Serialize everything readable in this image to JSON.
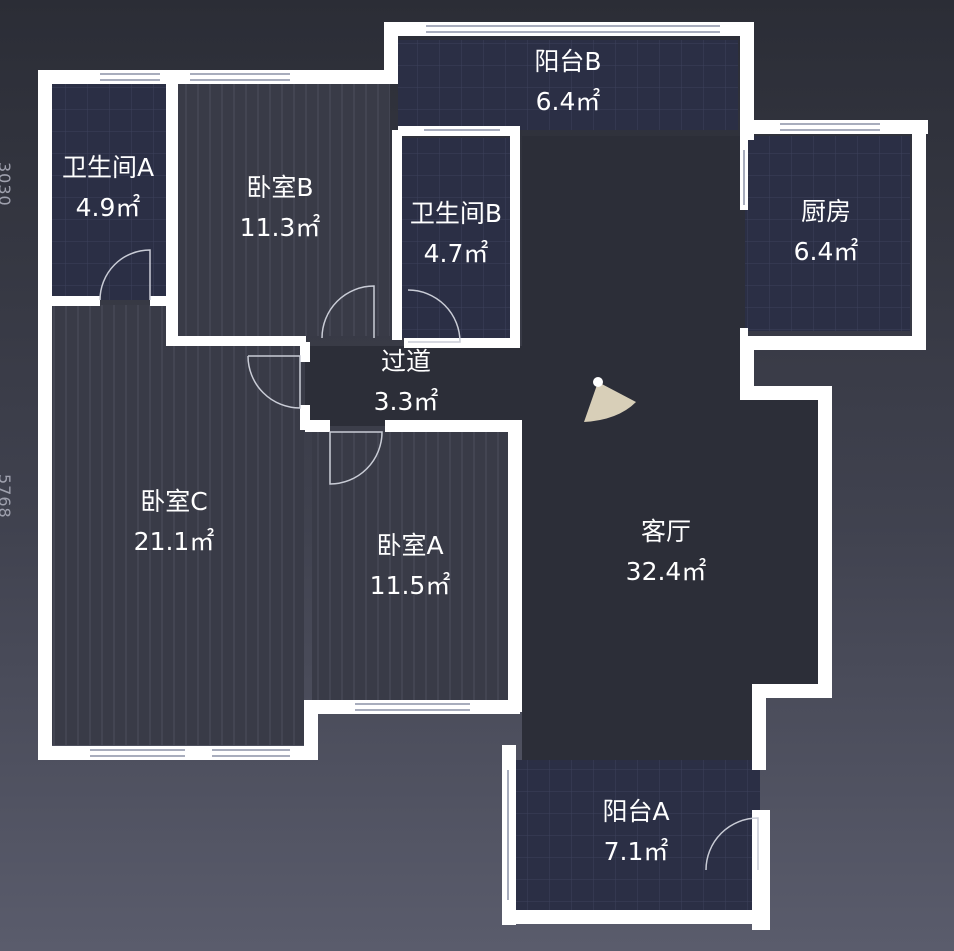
{
  "rooms": [
    {
      "id": "bath-a",
      "name": "卫生间A",
      "area": "4.9㎡"
    },
    {
      "id": "bedroom-b",
      "name": "卧室B",
      "area": "11.3㎡"
    },
    {
      "id": "balcony-b",
      "name": "阳台B",
      "area": "6.4㎡"
    },
    {
      "id": "bath-b",
      "name": "卫生间B",
      "area": "4.7㎡"
    },
    {
      "id": "kitchen",
      "name": "厨房",
      "area": "6.4㎡"
    },
    {
      "id": "corridor",
      "name": "过道",
      "area": "3.3㎡"
    },
    {
      "id": "bedroom-c",
      "name": "卧室C",
      "area": "21.1㎡"
    },
    {
      "id": "bedroom-a",
      "name": "卧室A",
      "area": "11.5㎡"
    },
    {
      "id": "living",
      "name": "客厅",
      "area": "32.4㎡"
    },
    {
      "id": "balcony-a",
      "name": "阳台A",
      "area": "7.1㎡"
    }
  ],
  "dimensions": [
    "3030",
    "5768"
  ],
  "colors": {
    "wall": "#ffffff",
    "tile_floor": "#2b2f45",
    "tile_grid": "#3d425c",
    "wood_floor": "#3a3c48",
    "wood_line": "#4a4c58",
    "living_floor": "#2d2f3a",
    "window": "#9aa0b0"
  },
  "icons": [
    "camera-view-cone-icon"
  ]
}
